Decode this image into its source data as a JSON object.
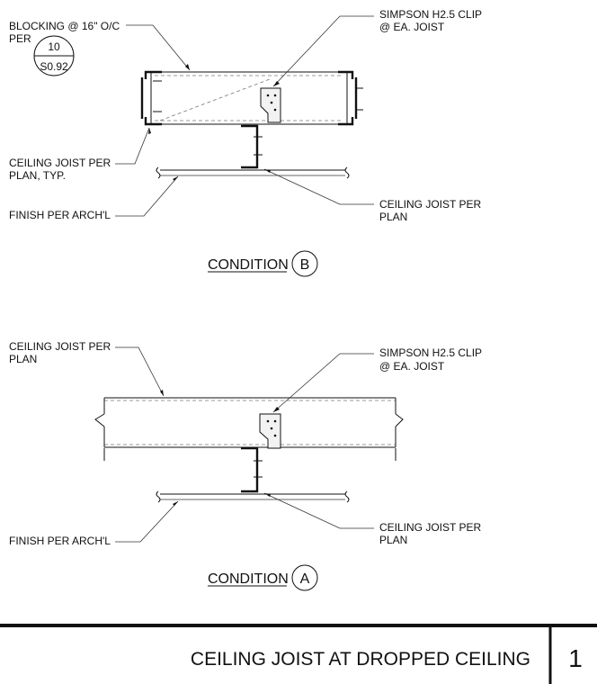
{
  "condition_b": {
    "blocking_label_line1": "BLOCKING @ 16\" O/C",
    "blocking_label_line2": "PER",
    "ref_detail": "10",
    "ref_sheet": "S0.92",
    "clip_label_line1": "SIMPSON H2.5 CLIP",
    "clip_label_line2": "@ EA. JOIST",
    "ceiling_joist_typ_line1": "CEILING JOIST PER",
    "ceiling_joist_typ_line2": "PLAN, TYP.",
    "finish_label": "FINISH PER ARCH'L",
    "ceiling_joist_right_line1": "CEILING JOIST PER",
    "ceiling_joist_right_line2": "PLAN",
    "title_word": "CONDITION",
    "title_letter": "B"
  },
  "condition_a": {
    "ceiling_joist_left_line1": "CEILING JOIST PER",
    "ceiling_joist_left_line2": "PLAN",
    "clip_label_line1": "SIMPSON H2.5 CLIP",
    "clip_label_line2": "@ EA. JOIST",
    "finish_label": "FINISH PER ARCH'L",
    "ceiling_joist_right_line1": "CEILING JOIST PER",
    "ceiling_joist_right_line2": "PLAN",
    "title_word": "CONDITION",
    "title_letter": "A"
  },
  "title_block": {
    "title": "CEILING JOIST AT DROPPED CEILING",
    "detail_number": "1"
  }
}
